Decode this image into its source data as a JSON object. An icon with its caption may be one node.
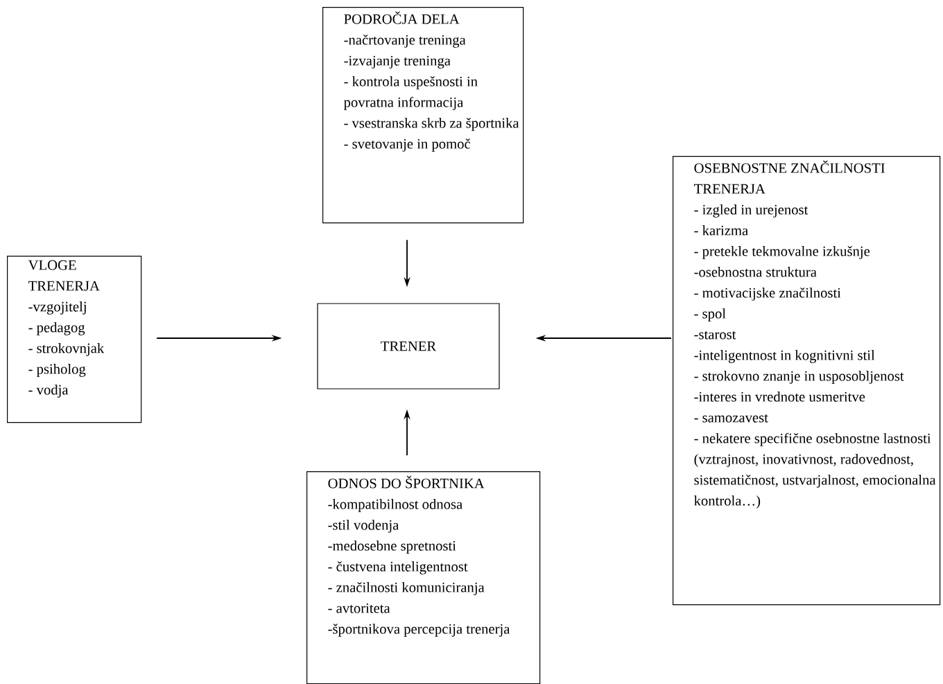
{
  "diagram": {
    "nodes": [
      {
        "text": [
          "PODROČJA DELA",
          "-načrtovanje treninga",
          "-izvajanje treninga",
          "- kontrola uspešnosti in povratna informacija",
          "- vsestranska skrb za športnika",
          "- svetovanje in pomoč"
        ]
      },
      {
        "text": [
          "VLOGE TRENERJA",
          "-vzgojitelj",
          "- pedagog",
          "- strokovnjak",
          "- psiholog",
          "- vodja"
        ]
      },
      {
        "text": [
          "TRENER"
        ]
      },
      {
        "text": [
          "OSEBNOSTNE ZNAČILNOSTI TRENERJA",
          "- izgled in urejenost",
          "-  karizma",
          "- pretekle tekmovalne izkušnje",
          "-osebnostna struktura",
          "- motivacijske značilnosti",
          "- spol",
          "-starost",
          "-inteligentnost in kognitivni stil",
          "- strokovno znanje in usposobljenost",
          "-interes in vrednote usmeritve",
          "- samozavest",
          "- nekatere specifične osebnostne lastnosti (vztrajnost, inovativnost, radovednost, sistematičnost, ustvarjalnost, emocionalna kontrola…)"
        ]
      },
      {
        "text": [
          "ODNOS DO ŠPORTNIKA",
          "-kompatibilnost odnosa",
          "-stil vodenja",
          "-medosebne spretnosti",
          "- čustvena inteligentnost",
          "- značilnosti komuniciranja",
          "- avtoriteta",
          "-športnikova percepcija trenerja"
        ]
      }
    ],
    "edges": [
      {
        "from": 0,
        "to": 2,
        "arrow": "to"
      },
      {
        "from": 1,
        "to": 2,
        "arrow": "to"
      },
      {
        "from": 3,
        "to": 2,
        "arrow": "to"
      },
      {
        "from": 4,
        "to": 2,
        "arrow": "to"
      }
    ]
  }
}
